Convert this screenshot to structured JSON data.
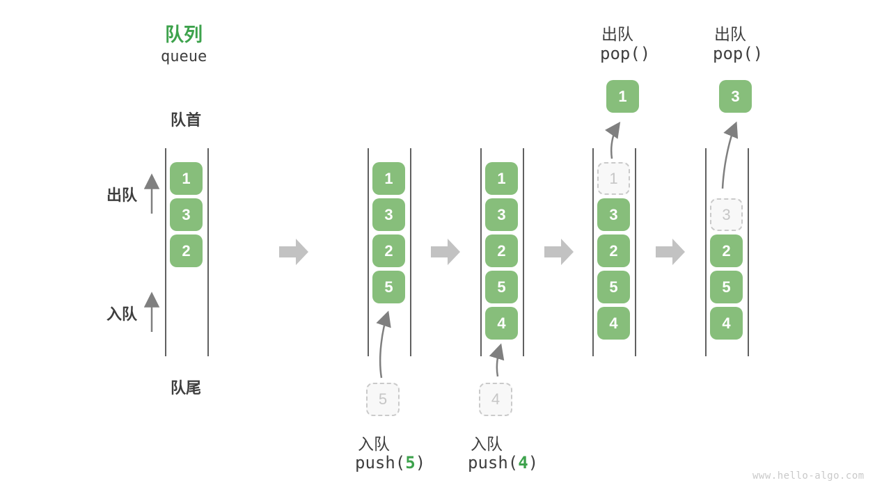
{
  "title": {
    "zh": "队列",
    "en": "queue"
  },
  "side_labels": {
    "front": "队首",
    "rear": "队尾",
    "dequeue": "出队",
    "enqueue": "入队"
  },
  "watermark": "www.hello-algo.com",
  "colors": {
    "box_green": "#87BE7B",
    "title_green": "#3DA24C",
    "accent_green": "#3DA24C",
    "text_dark": "#3E3E3E",
    "rail_gray": "#606060",
    "arrow_gray": "#7F7F7F",
    "block_arrow_gray": "#C2C2C2",
    "dashed_border": "#CACACA",
    "dashed_fill": "#F8F8F8",
    "dashed_text": "#C6C6C6",
    "watermark_gray": "#C9C9C9"
  },
  "states": [
    {
      "name": "initial",
      "cells": [
        {
          "row": 0,
          "value": "1",
          "style": "solid"
        },
        {
          "row": 1,
          "value": "3",
          "style": "solid"
        },
        {
          "row": 2,
          "value": "2",
          "style": "solid"
        }
      ]
    },
    {
      "name": "after-push-5",
      "cells": [
        {
          "row": 0,
          "value": "1",
          "style": "solid"
        },
        {
          "row": 1,
          "value": "3",
          "style": "solid"
        },
        {
          "row": 2,
          "value": "2",
          "style": "solid"
        },
        {
          "row": 3,
          "value": "5",
          "style": "solid"
        }
      ],
      "staged": {
        "value": "5"
      },
      "op_bottom": {
        "zh": "入队",
        "code_before": "push(",
        "arg": "5",
        "code_after": ")"
      }
    },
    {
      "name": "after-push-4",
      "cells": [
        {
          "row": 0,
          "value": "1",
          "style": "solid"
        },
        {
          "row": 1,
          "value": "3",
          "style": "solid"
        },
        {
          "row": 2,
          "value": "2",
          "style": "solid"
        },
        {
          "row": 3,
          "value": "5",
          "style": "solid"
        },
        {
          "row": 4,
          "value": "4",
          "style": "solid"
        }
      ],
      "staged": {
        "value": "4"
      },
      "op_bottom": {
        "zh": "入队",
        "code_before": "push(",
        "arg": "4",
        "code_after": ")"
      }
    },
    {
      "name": "after-pop-1",
      "cells": [
        {
          "row": 0,
          "value": "1",
          "style": "dashed"
        },
        {
          "row": 1,
          "value": "3",
          "style": "solid"
        },
        {
          "row": 2,
          "value": "2",
          "style": "solid"
        },
        {
          "row": 3,
          "value": "5",
          "style": "solid"
        },
        {
          "row": 4,
          "value": "4",
          "style": "solid"
        }
      ],
      "popped": {
        "value": "1"
      },
      "op_top": {
        "zh": "出队",
        "code": "pop()"
      }
    },
    {
      "name": "after-pop-3",
      "cells": [
        {
          "row": 1,
          "value": "3",
          "style": "dashed"
        },
        {
          "row": 2,
          "value": "2",
          "style": "solid"
        },
        {
          "row": 3,
          "value": "5",
          "style": "solid"
        },
        {
          "row": 4,
          "value": "4",
          "style": "solid"
        }
      ],
      "popped": {
        "value": "3"
      },
      "op_top": {
        "zh": "出队",
        "code": "pop()"
      }
    }
  ]
}
